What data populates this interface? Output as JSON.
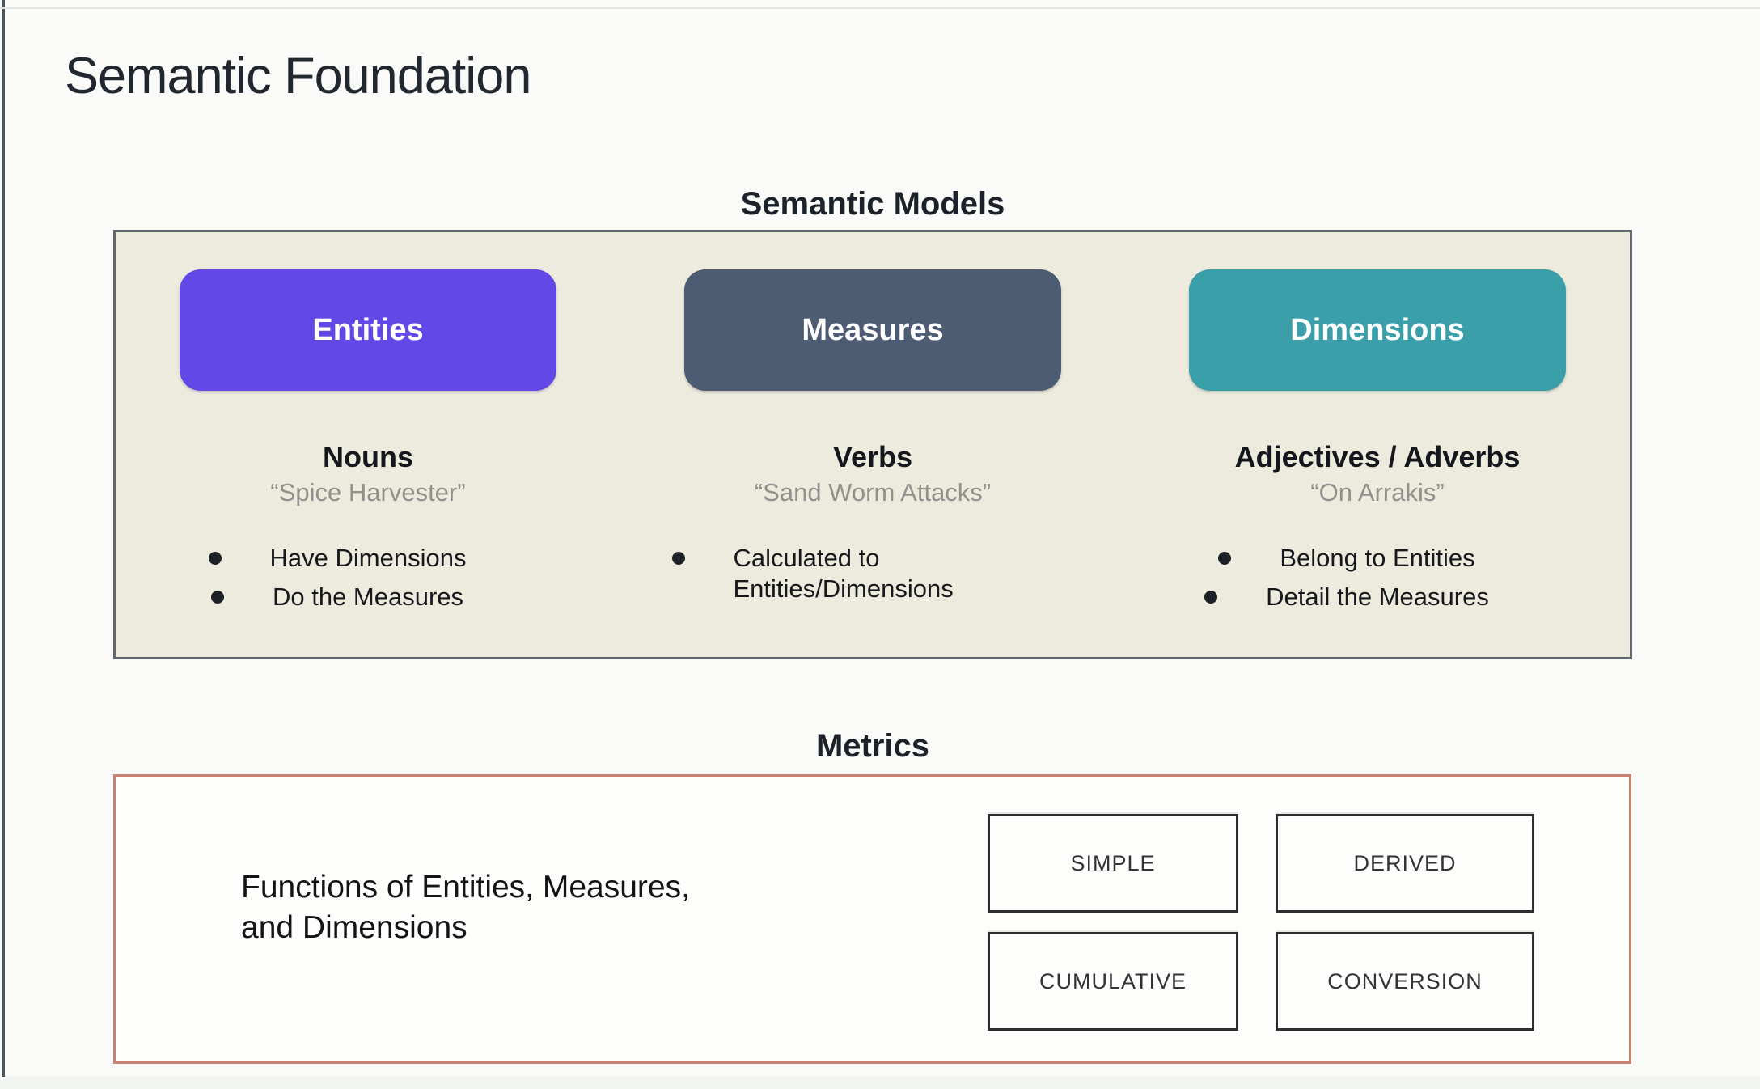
{
  "slide": {
    "title": "Semantic Foundation"
  },
  "colors": {
    "entities_accent": "#6348e8",
    "measures_accent": "#4d5c73",
    "dimensions_accent": "#3a9fa9",
    "models_box_background": "#edeade",
    "models_box_border": "#5e686e",
    "metrics_box_border": "#c98272",
    "button_text": "#ffffff",
    "example_text": "#90908c"
  },
  "semantic_models": {
    "heading": "Semantic Models",
    "columns": [
      {
        "button_label": "Entities",
        "heading": "Nouns",
        "example": "“Spice Harvester”",
        "bullets": [
          "Have Dimensions",
          "Do the Measures"
        ]
      },
      {
        "button_label": "Measures",
        "heading": "Verbs",
        "example": "“Sand Worm Attacks”",
        "bullets": [
          "Calculated to Entities/Dimensions"
        ]
      },
      {
        "button_label": "Dimensions",
        "heading": "Adjectives / Adverbs",
        "example": "“On Arrakis”",
        "bullets": [
          "Belong to Entities",
          "Detail the Measures"
        ]
      }
    ]
  },
  "metrics": {
    "heading": "Metrics",
    "description_line1": "Functions of Entities, Measures,",
    "description_line2": "and Dimensions",
    "types": [
      "SIMPLE",
      "DERIVED",
      "CUMULATIVE",
      "CONVERSION"
    ]
  }
}
